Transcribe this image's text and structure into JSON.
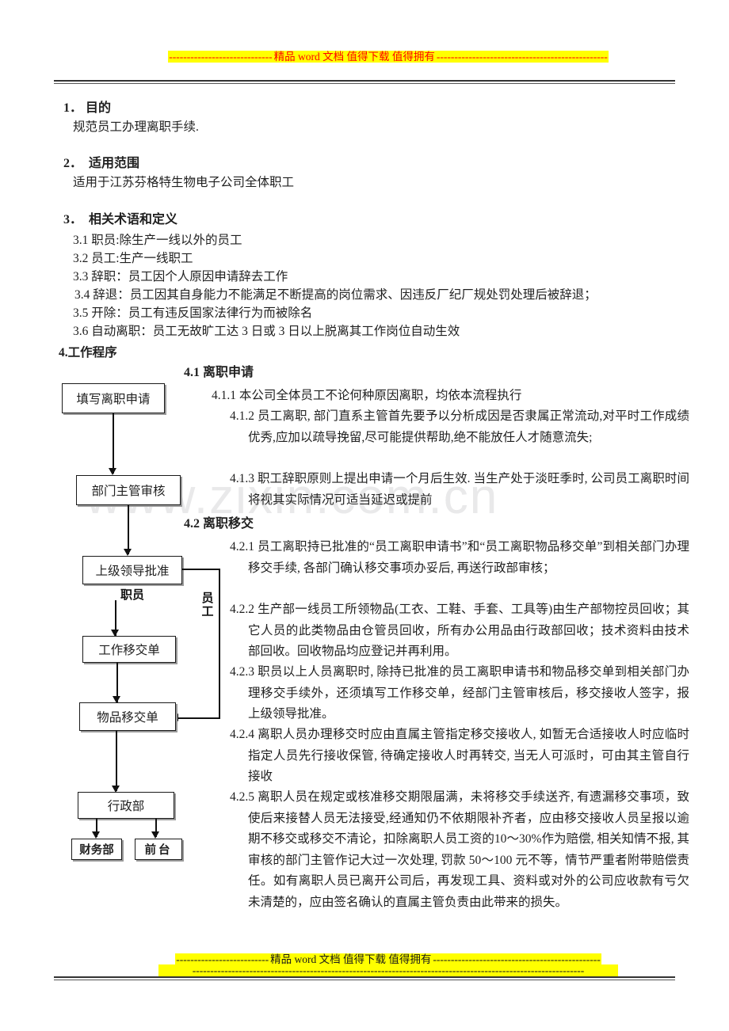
{
  "header": {
    "dashes_left": "-----------------------------",
    "text": "精品 word 文档  值得下载  值得拥有",
    "dashes_right": "------------------------------------------------"
  },
  "footer": {
    "dashes_left": "--------------------------",
    "text": "精品 word 文档  值得下载  值得拥有",
    "dashes_right": "-----------------------------------------------",
    "dashes_full": "--------------------------------------------------------------------------------------------------------------"
  },
  "watermark": "www.zixin.com.cn",
  "sections": {
    "s1_heading": "1． 目的",
    "s1_body": "规范员工办理离职手续.",
    "s2_heading": "2．  适用范围",
    "s2_body": "适用于江苏芬格特生物电子公司全体职工",
    "s3_heading": "3．  相关术语和定义",
    "s3_items": [
      "3.1 职员:除生产一线以外的员工",
      "3.2 员工:生产一线职工",
      "3.3 辞职：员工因个人原因申请辞去工作",
      "3.4 辞退：员工因其自身能力不能满足不断提高的岗位需求、因违反厂纪厂规处罚处理后被辞退；",
      "3.5 开除：员工有违反国家法律行为而被除名",
      "3.6 自动离职：员工无故旷工达 3 日或 3 日以上脱离其工作岗位自动生效"
    ],
    "s4_heading": "4.工作程序",
    "s41_heading": "4.1 离职申请",
    "s41_items": [
      "4.1.1 本公司全体员工不论何种原因离职，均依本流程执行",
      "4.1.2 员工离职, 部门直系主管首先要予以分析成因是否隶属正常流动,对平时工作成绩优秀,应加以疏导挽留,尽可能提供帮助,绝不能放任人才随意流失;",
      "4.1.3 职工辞职原则上提出申请一个月后生效. 当生产处于淡旺季时, 公司员工离职时间将视其实际情况可适当延迟或提前"
    ],
    "s42_heading": "4.2 离职移交",
    "s42_items": [
      "4.2.1 员工离职持已批准的“员工离职申请书”和“员工离职物品移交单”到相关部门办理移交手续, 各部门确认移交事项办妥后, 再送行政部审核；",
      "4.2.2 生产部一线员工所领物品(工衣、工鞋、手套、工具等)由生产部物控员回收；其它人员的此类物品由仓管员回收，所有办公用品由行政部回收；技术资料由技术部回收。回收物品均应登记并再利用。",
      "4.2.3 职员以上人员离职时, 除持已批准的员工离职申请书和物品移交单到相关部门办理移交手续外，还须填写工作移交单，经部门主管审核后，移交接收人签字，报上级领导批准。",
      "4.2.4 离职人员办理移交时应由直属主管指定移交接收人, 如暂无合适接收人时应临时指定人员先行接收保管, 待确定接收人时再转交, 当无人可派时，可由其主管自行接收",
      "4.2.5 离职人员在规定或核准移交期限届满，未将移交手续送齐, 有遗漏移交事项，致使后来接替人员无法接受,经通知仍不依期限补齐者，应由移交接收人员呈报以逾期不移交或移交不清论，扣除离职人员工资的10～30%作为赔偿, 相关知情不报, 其审核的部门主管作记大过一次处理, 罚款 50～100 元不等，情节严重者附带赔偿责任。如有离职人员已离开公司后，再发现工具、资料或对外的公司应收款有亏欠未清楚的，应由签名确认的直属主管负责由此带来的损失。"
    ]
  },
  "flowchart": {
    "nodes": [
      {
        "id": "apply",
        "label": "填写离职申请"
      },
      {
        "id": "dept",
        "label": "部门主管审核"
      },
      {
        "id": "approve",
        "label": "上级领导批准"
      },
      {
        "id": "work_hand",
        "label": "工作移交单"
      },
      {
        "id": "goods_hand",
        "label": "物品移交单"
      },
      {
        "id": "admin",
        "label": "行政部"
      },
      {
        "id": "finance",
        "label": "财务部"
      },
      {
        "id": "front",
        "label": "前台"
      }
    ],
    "branch_label_staff": "职员",
    "branch_label_worker": "员工"
  },
  "colors": {
    "highlight": "#ffff00",
    "header_text": "#ff0000",
    "footer_text": "#1a1a1a",
    "body_text": "#1f1f1f",
    "watermark": "#e9e9ea",
    "box_border": "#1a1a1a",
    "box_shadow": "#9a9a9a"
  }
}
